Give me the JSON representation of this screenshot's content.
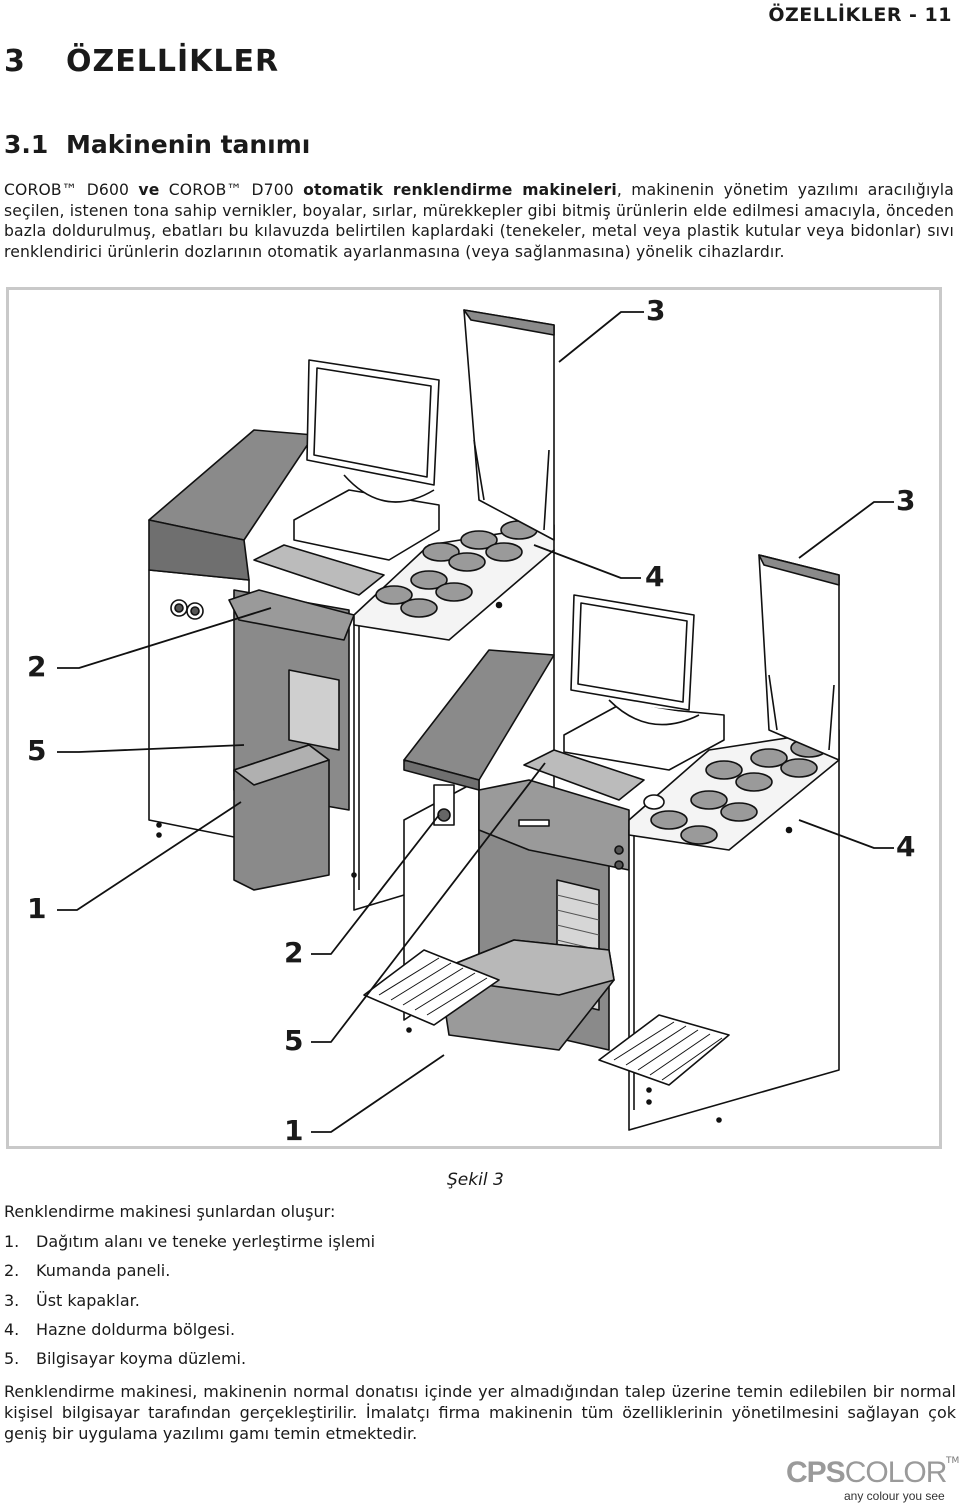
{
  "header": {
    "running_title": "ÖZELLİKLER - 11"
  },
  "section": {
    "number": "3",
    "title": "ÖZELLİKLER"
  },
  "subsection": {
    "number": "3.1",
    "title": "Makinenin tanımı"
  },
  "intro": {
    "p1": "COROB™ D600 ",
    "p2": "ve",
    "p3": " COROB™ D700 ",
    "p4": "otomatik renklendirme makineleri",
    "p5": ", makinenin yönetim yazılımı aracılığıyla seçilen, istenen tona sahip vernikler, boyalar, sırlar, mürekkepler gibi bitmiş ürünlerin elde edilmesi amacıyla, önceden bazla doldurulmuş, ebatları bu kılavuzda belirtilen kaplardaki (tenekeler, metal veya plastik kutular veya bidonlar) sıvı renklendirici ürünlerin dozlarının otomatik ayarlanmasına (veya sağlanmasına) yönelik cihazlardır."
  },
  "figure": {
    "callouts": [
      "3",
      "3",
      "4",
      "2",
      "5",
      "4",
      "1",
      "2",
      "5",
      "1"
    ],
    "caption": "Şekil 3"
  },
  "parts": {
    "intro": "Renklendirme makinesi şunlardan oluşur:",
    "items": [
      {
        "n": "1.",
        "label": "Dağıtım alanı ve teneke yerleştirme işlemi"
      },
      {
        "n": "2.",
        "label": "Kumanda paneli."
      },
      {
        "n": "3.",
        "label": "Üst kapaklar."
      },
      {
        "n": "4.",
        "label": "Hazne doldurma bölgesi."
      },
      {
        "n": "5.",
        "label": "Bilgisayar koyma düzlemi."
      }
    ]
  },
  "outro": "Renklendirme makinesi, makinenin normal donatısı içinde yer almadığından talep üzerine temin edilebilen bir normal kişisel bilgisayar tarafından gerçekleştirilir. İmalatçı firma makinenin tüm özelliklerinin yönetilmesini sağlayan çok geniş bir uygulama yazılımı gamı temin etmektedir.",
  "logo": {
    "brand_a": "CPS",
    "brand_b": "COLOR",
    "tm": "TM",
    "tagline": "any colour you see"
  },
  "colors": {
    "body_gray": "#8a8a8a",
    "dark_gray": "#6e6e6e",
    "light_gray": "#d8d8d8",
    "line": "#111111"
  }
}
